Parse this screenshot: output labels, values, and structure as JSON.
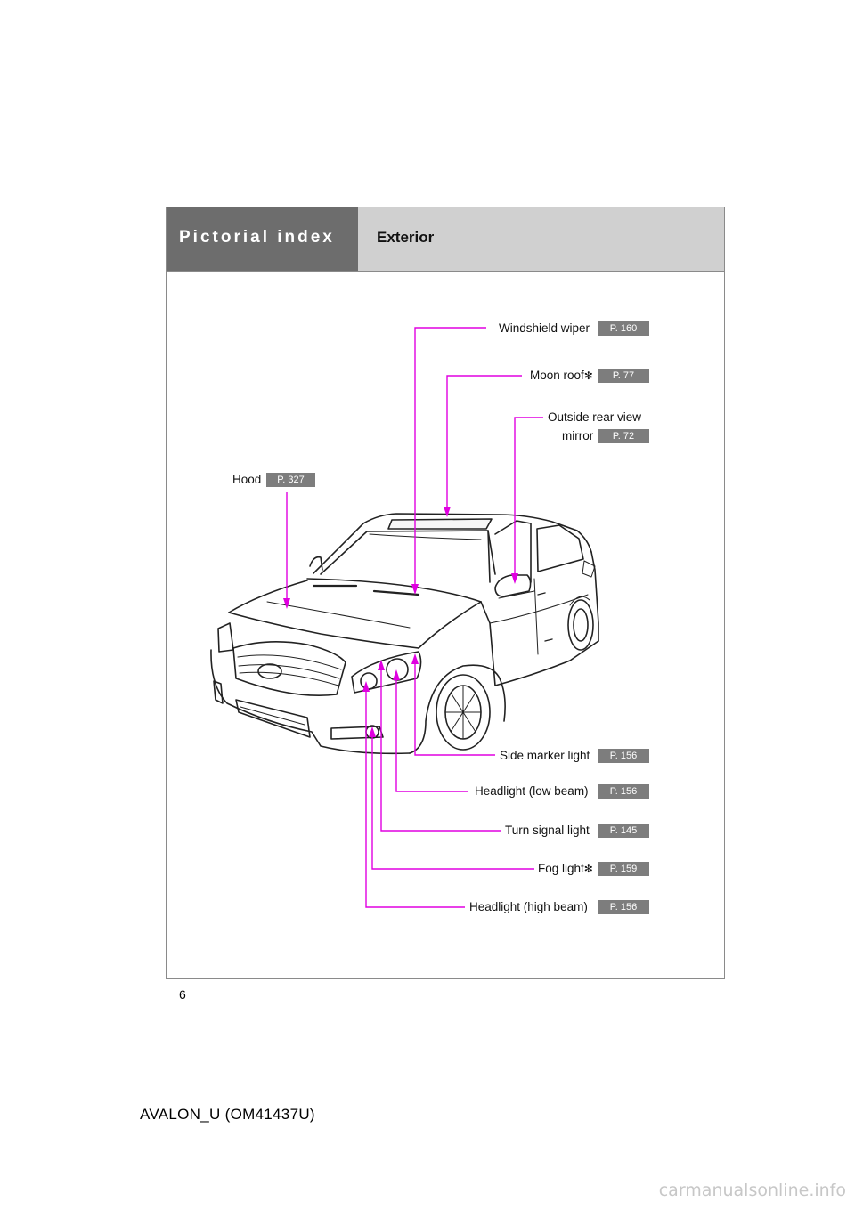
{
  "header": {
    "section_title": "Pictorial index",
    "subsection_title": "Exterior"
  },
  "callouts": {
    "windshield_wiper": {
      "label": "Windshield wiper",
      "page": "P. 160"
    },
    "moon_roof": {
      "label": "Moon roof",
      "footnote_mark": "✻",
      "page": "P. 77"
    },
    "outside_mirror": {
      "label_line1": "Outside rear view",
      "label_line2": "mirror",
      "page": "P. 72"
    },
    "hood": {
      "label": "Hood",
      "page": "P. 327"
    },
    "side_marker_light": {
      "label": "Side marker light",
      "page": "P. 156"
    },
    "headlight_low": {
      "label": "Headlight (low beam)",
      "page": "P. 156"
    },
    "turn_signal": {
      "label": "Turn signal light",
      "page": "P. 145"
    },
    "fog_light": {
      "label": "Fog light",
      "footnote_mark": "✻",
      "page": "P. 159"
    },
    "headlight_high": {
      "label": "Headlight (high beam)",
      "page": "P. 156"
    }
  },
  "footer": {
    "page_number": "6",
    "document_id": "AVALON_U (OM41437U)"
  },
  "watermark": "carmanualsonline.info",
  "colors": {
    "leader_line": "#e000e0",
    "header_dark": "#6d6d6d",
    "header_light": "#d0d0d0",
    "badge": "#7d7d7d"
  }
}
